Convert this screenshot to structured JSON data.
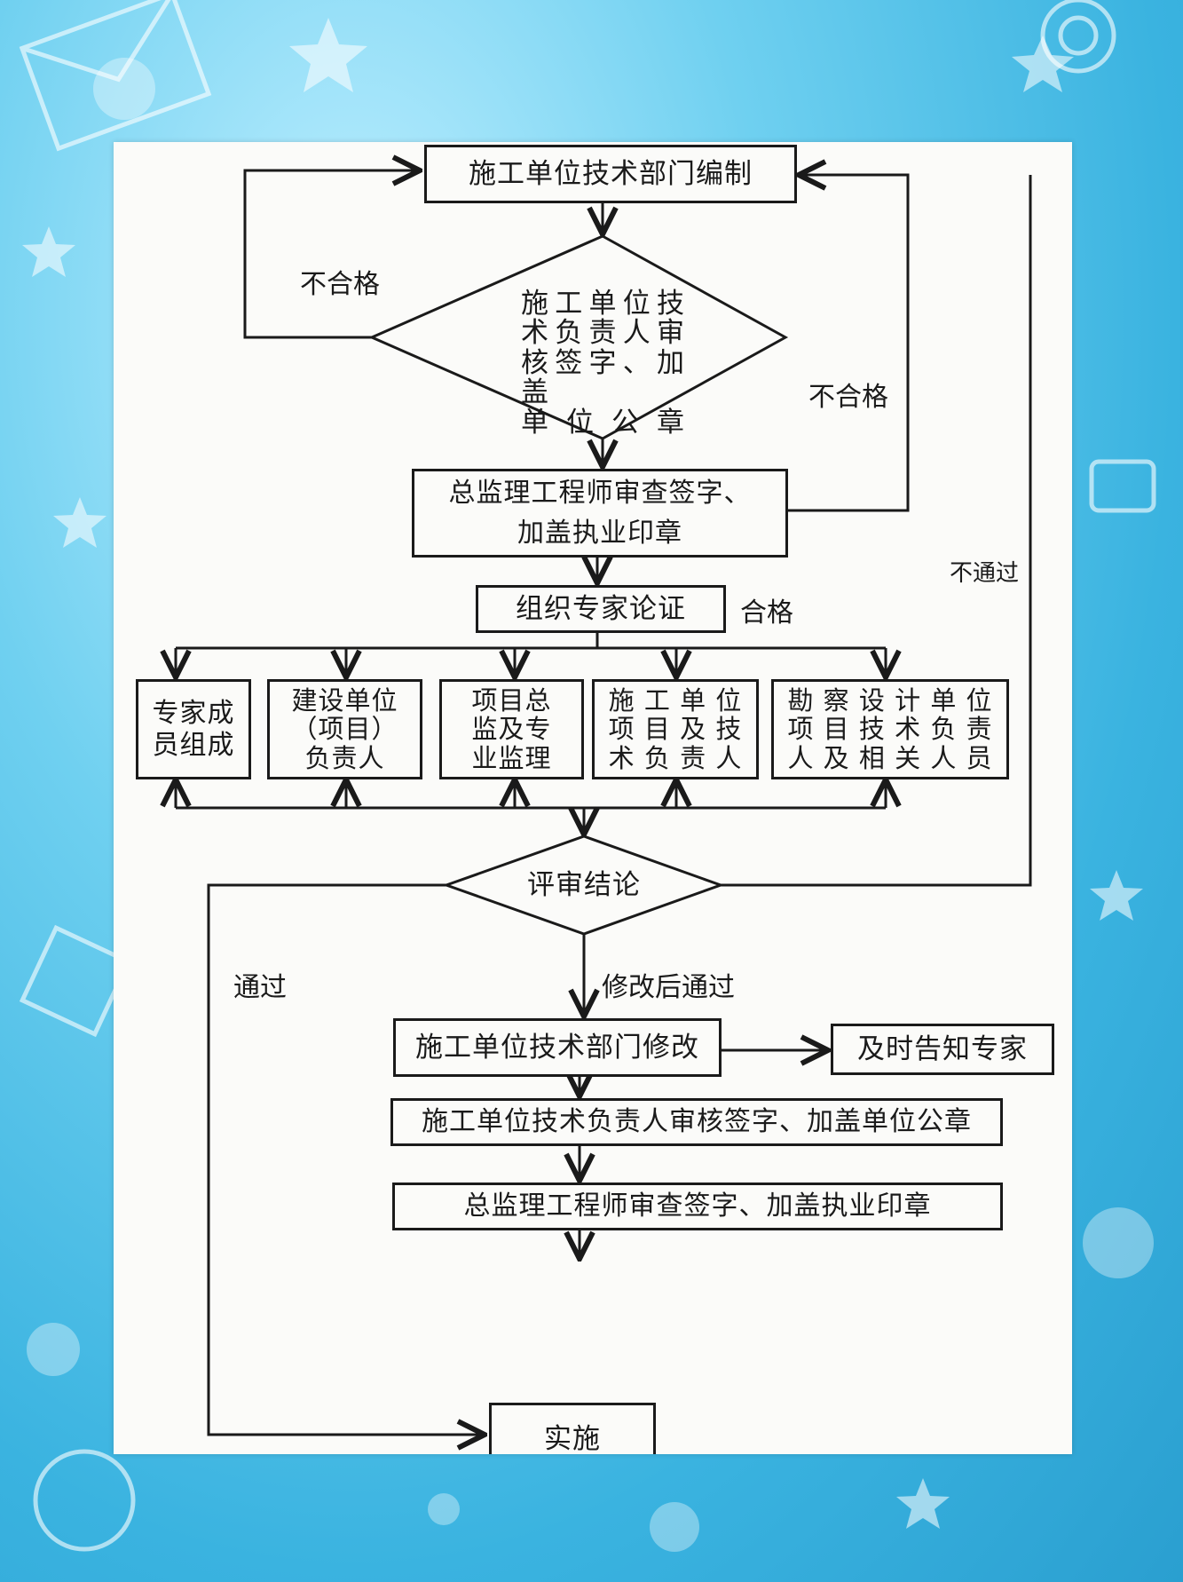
{
  "nodes": {
    "compile": "施工单位技术部门编制",
    "tech_review": "施工单位技\n术负责人审\n核签字、加盖\n单 位 公 章",
    "chief_review_1": "总监理工程师审查签字、\n加盖执业印章",
    "expert_org": "组织专家论证",
    "expert_members": "专家成\n员组成",
    "owner": "建设单位\n（项目）\n负责人",
    "chief_supervisor": "项目总\n监及专\n业监理",
    "contractor": "施 工 单 位\n项 目 及 技\n术 负 责 人",
    "survey_design": "勘 察 设 计 单 位\n项 目 技 术 负 责\n人 及 相 关 人 员",
    "conclusion": "评审结论",
    "modify": "施工单位技术部门修改",
    "notify_experts": "及时告知专家",
    "tech_review_2": "施工单位技术负责人审核签字、加盖单位公章",
    "chief_review_2": "总监理工程师审查签字、加盖执业印章",
    "implement": "实施"
  },
  "labels": {
    "fail_left": "不合格",
    "fail_right": "不合格",
    "reject": "不通过",
    "pass_ok": "合格",
    "pass": "通过",
    "pass_after_modify": "修改后通过"
  }
}
